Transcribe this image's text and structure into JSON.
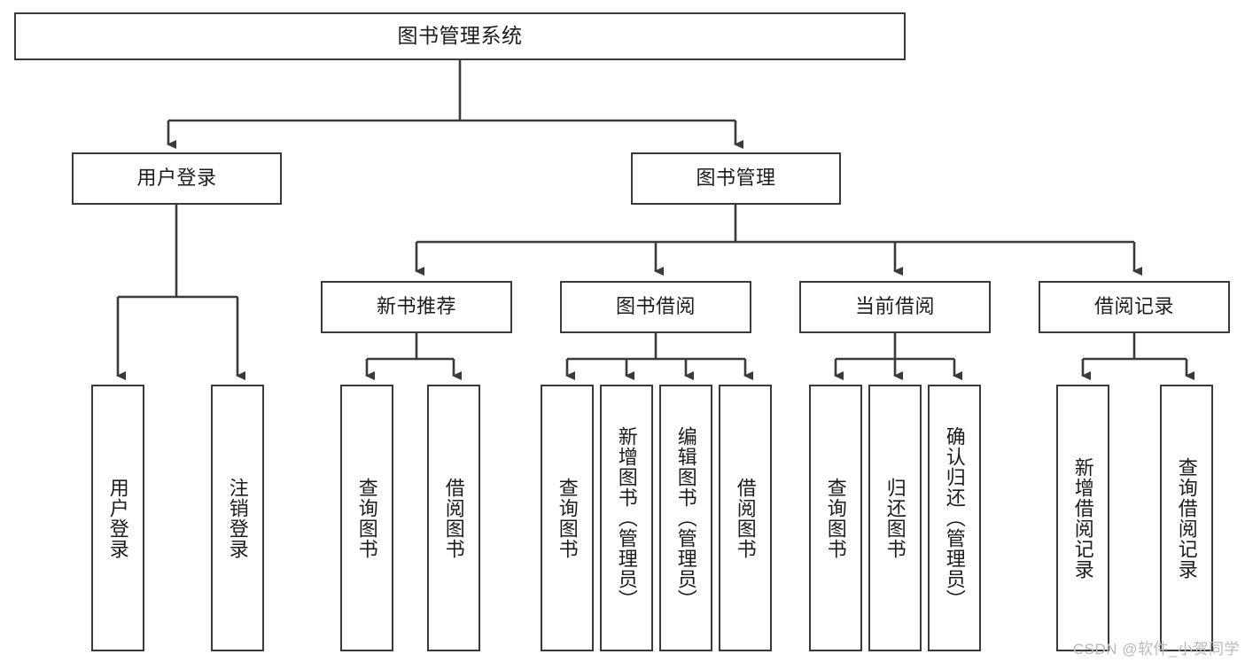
{
  "diagram": {
    "title": "图书管理系统",
    "type": "hierarchy-tree",
    "watermark": "CSDN @软件_小贺同学",
    "root": {
      "label": "图书管理系统"
    },
    "level2": [
      {
        "label": "用户登录"
      },
      {
        "label": "图书管理"
      }
    ],
    "level3": [
      {
        "label": "新书推荐"
      },
      {
        "label": "图书借阅"
      },
      {
        "label": "当前借阅"
      },
      {
        "label": "借阅记录"
      }
    ],
    "leaves": {
      "user_login": [
        {
          "label": "用户登录"
        },
        {
          "label": "注销登录"
        }
      ],
      "new_book_recommend": [
        {
          "label": "查询图书"
        },
        {
          "label": "借阅图书"
        }
      ],
      "book_borrow": [
        {
          "label": "查询图书"
        },
        {
          "label": "新增图书（管理员）"
        },
        {
          "label": "编辑图书（管理员）"
        },
        {
          "label": "借阅图书"
        }
      ],
      "current_borrow": [
        {
          "label": "查询图书"
        },
        {
          "label": "归还图书"
        },
        {
          "label": "确认归还（管理员）"
        }
      ],
      "borrow_record": [
        {
          "label": "新增借阅记录"
        },
        {
          "label": "查询借阅记录"
        }
      ]
    },
    "colors": {
      "box_border": "#3a3a3a",
      "box_fill": "#ffffff",
      "connector": "#3a3a3a",
      "text": "#1c1c1c",
      "watermark": "#b9b9b9"
    }
  }
}
